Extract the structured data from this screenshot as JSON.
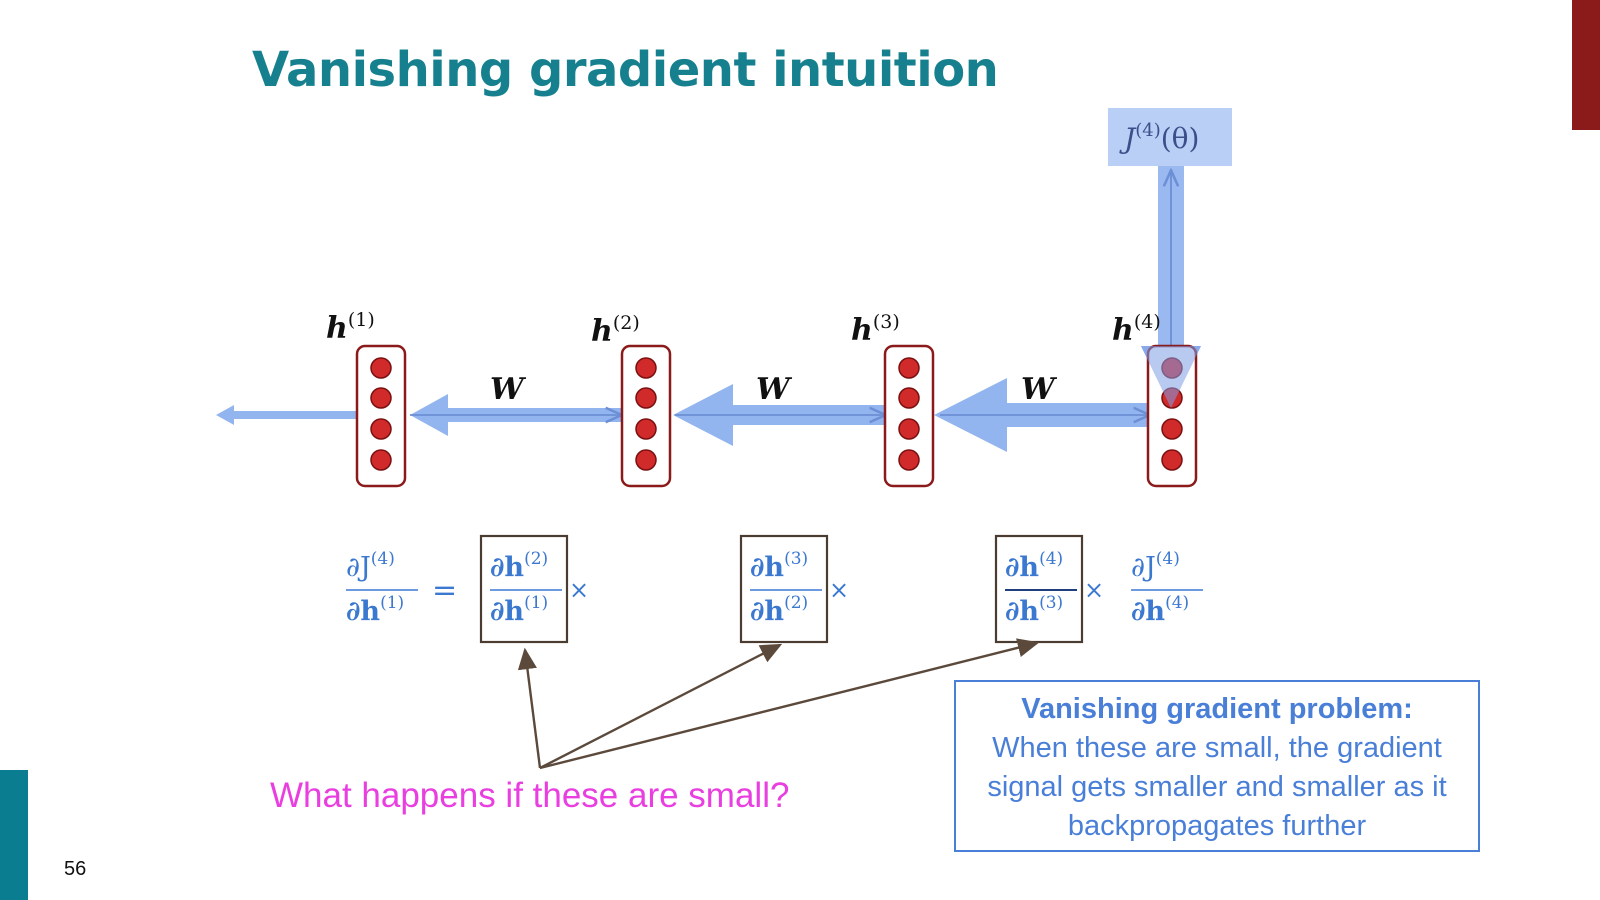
{
  "title": "Vanishing gradient intuition",
  "page_number": "56",
  "loss_label": {
    "base": "J",
    "sup": "(4)",
    "arg": "(θ)"
  },
  "hidden_states": [
    {
      "base": "h",
      "sup": "(1)"
    },
    {
      "base": "h",
      "sup": "(2)"
    },
    {
      "base": "h",
      "sup": "(3)"
    },
    {
      "base": "h",
      "sup": "(4)"
    }
  ],
  "weight_label": "W",
  "equation": {
    "lhs": {
      "num_base": "∂J",
      "num_sup": "(4)",
      "den_base": "∂h",
      "den_sup": "(1)"
    },
    "equals": "=",
    "times": "×",
    "factors": [
      {
        "num_base": "∂h",
        "num_sup": "(2)",
        "den_base": "∂h",
        "den_sup": "(1)"
      },
      {
        "num_base": "∂h",
        "num_sup": "(3)",
        "den_base": "∂h",
        "den_sup": "(2)"
      },
      {
        "num_base": "∂h",
        "num_sup": "(4)",
        "den_base": "∂h",
        "den_sup": "(3)"
      }
    ],
    "last": {
      "num_base": "∂J",
      "num_sup": "(4)",
      "den_base": "∂h",
      "den_sup": "(4)"
    }
  },
  "question": "What happens if these are small?",
  "problem_box": {
    "title": "Vanishing gradient problem:",
    "body": "When these are small, the gradient signal gets smaller and smaller as it backpropagates further"
  },
  "colors": {
    "title": "#17808f",
    "arrow_fill": "#93b5ef",
    "node_red": "#d12a2a",
    "math_blue": "#3b78d0",
    "question": "#e93fe0",
    "accent_red": "#8b1b1b",
    "accent_teal": "#0b7d91"
  }
}
